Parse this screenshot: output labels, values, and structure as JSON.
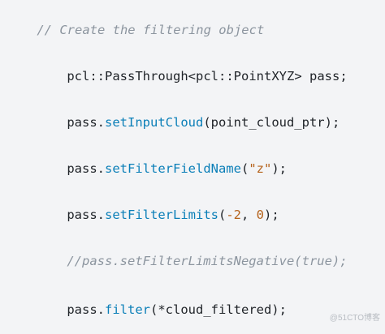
{
  "code": {
    "line1": {
      "comment": "// Create the filtering object"
    },
    "line2": {
      "part1": "pcl",
      "sep1": "::",
      "part2": "PassThrough",
      "lt": "<",
      "part3": "pcl",
      "sep2": "::",
      "part4": "PointXYZ",
      "gt": ">",
      "part5": " pass;"
    },
    "line3": {
      "obj": "pass.",
      "method": "setInputCloud",
      "args": "(point_cloud_ptr);"
    },
    "line4": {
      "obj": "pass.",
      "method": "setFilterFieldName",
      "open": "(",
      "str": "\"z\"",
      "close": ");"
    },
    "line5": {
      "obj": "pass.",
      "method": "setFilterLimits",
      "open": "(",
      "num1": "-2",
      "comma": ", ",
      "num2": "0",
      "close": ");"
    },
    "line6": {
      "comment": "//pass.setFilterLimitsNegative(true);"
    },
    "line7": {
      "obj": "pass.",
      "method": "filter",
      "args": "(*cloud_filtered);"
    }
  },
  "watermark": "@51CTO博客"
}
